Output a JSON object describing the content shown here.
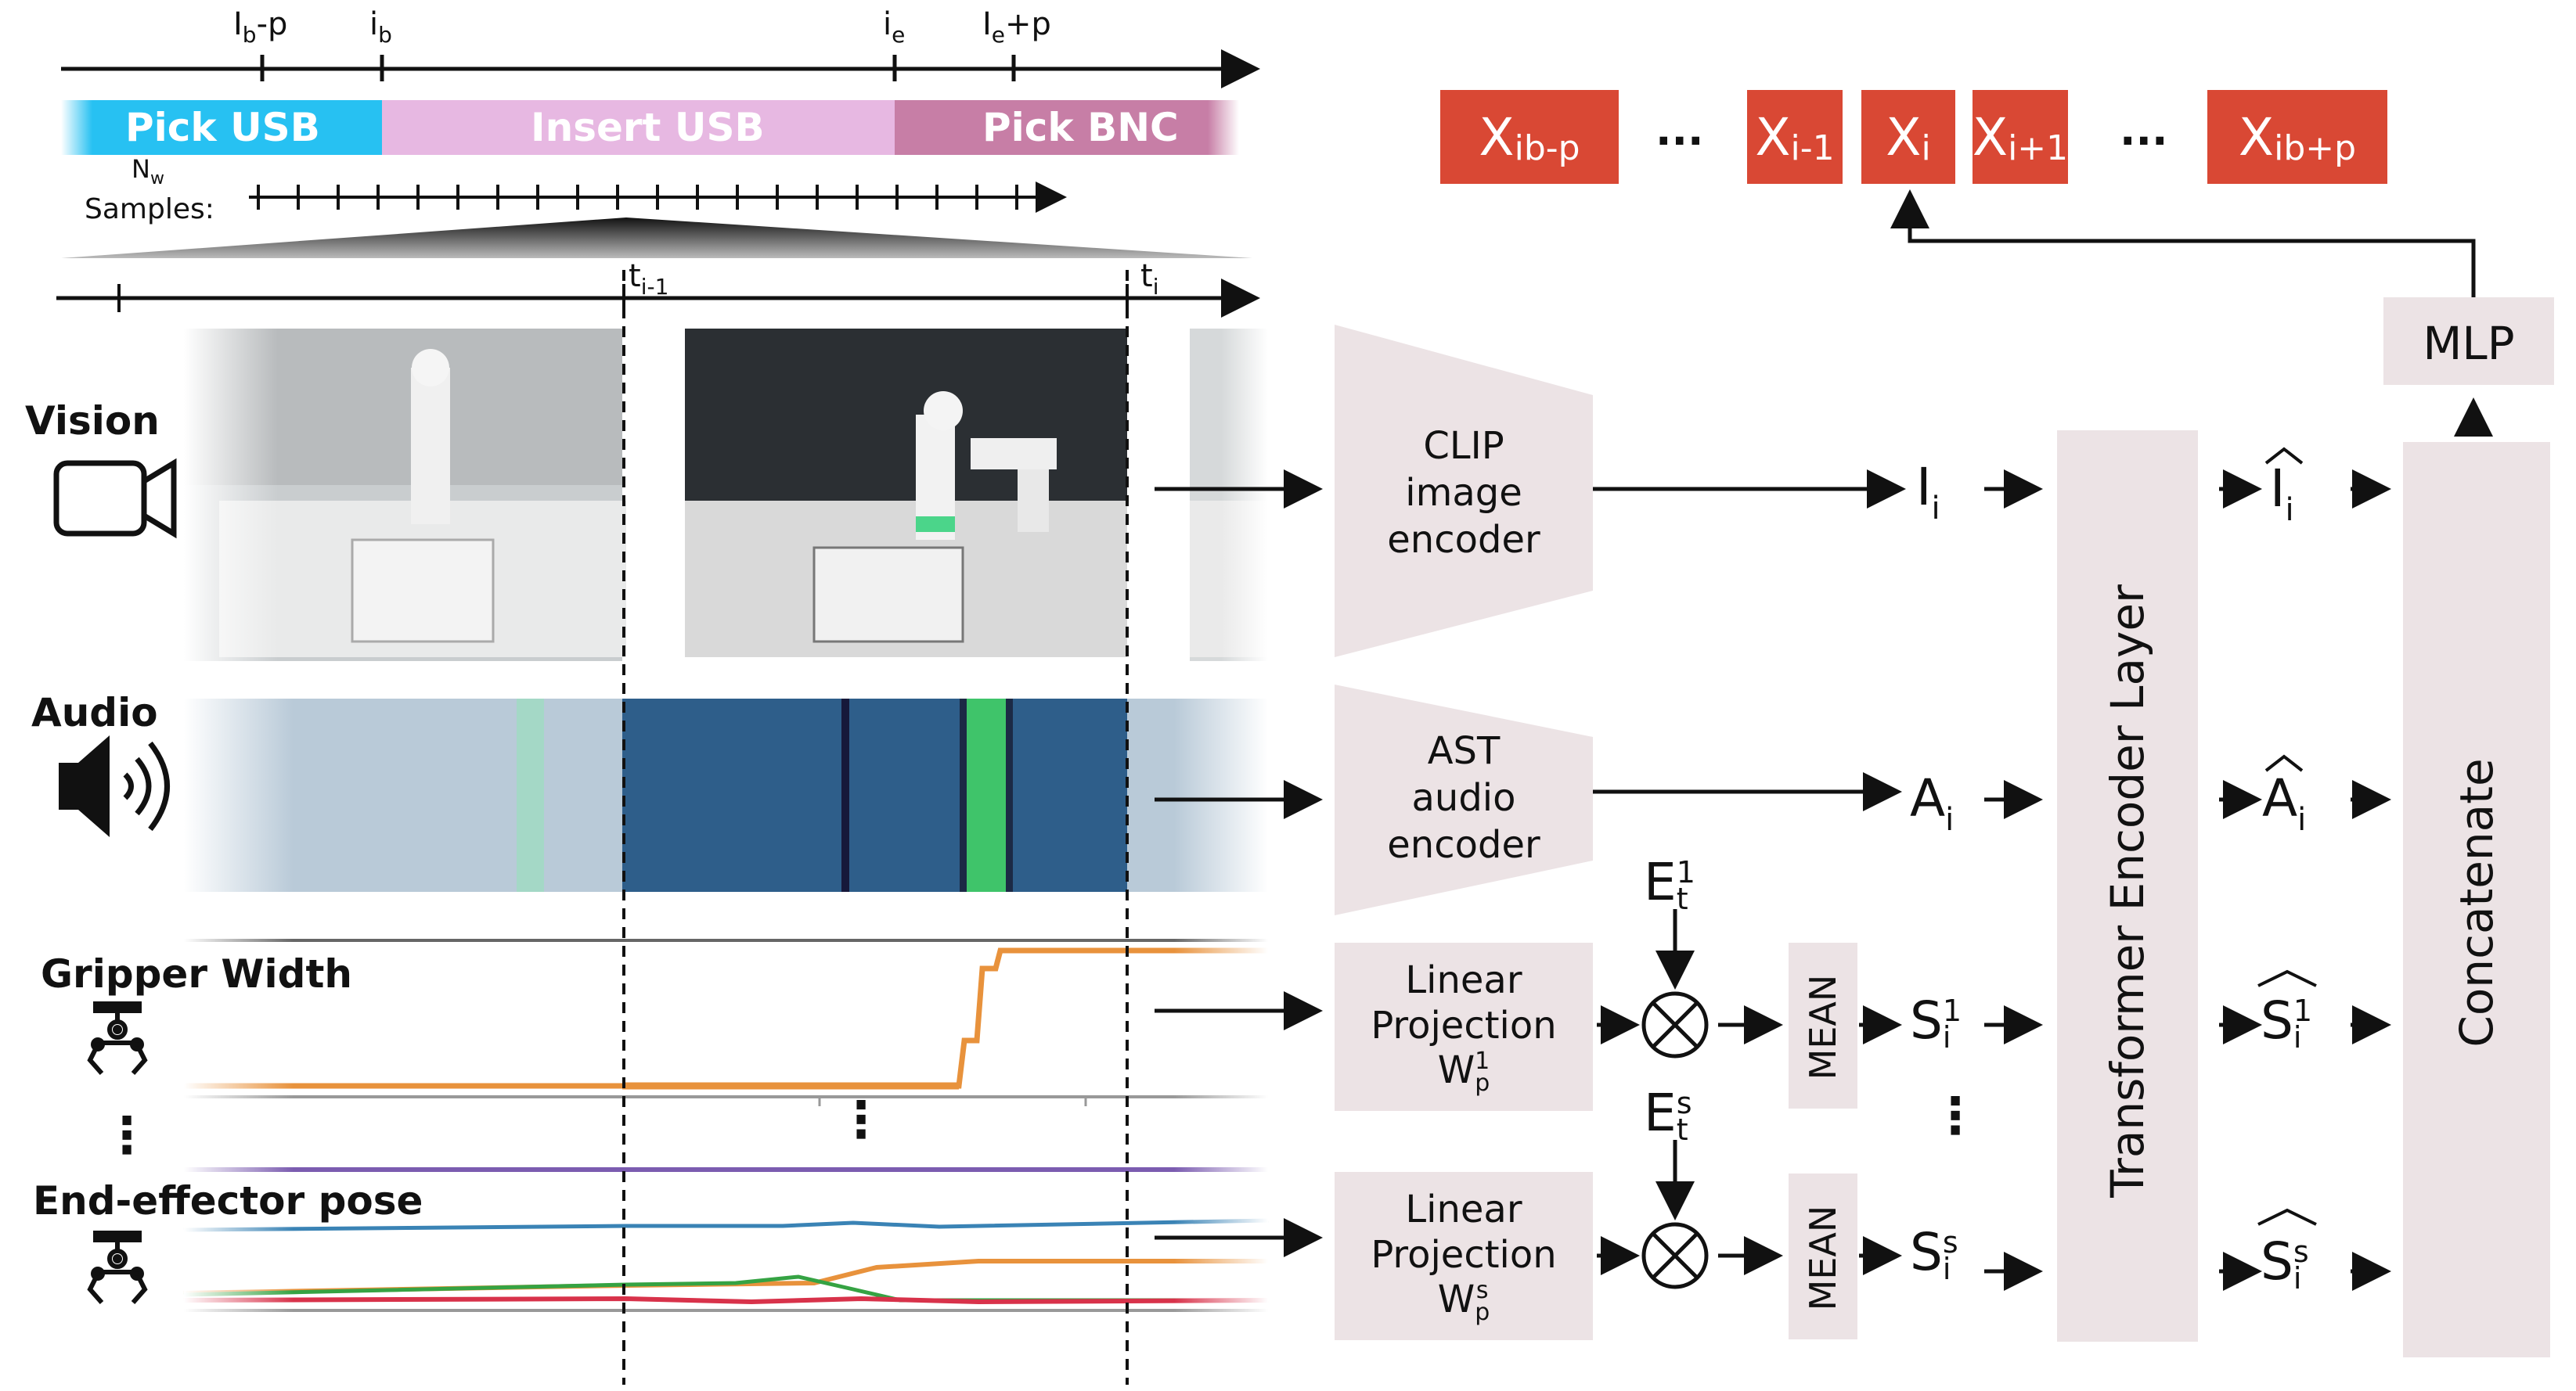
{
  "timeline": {
    "ticks": [
      "I",
      "b",
      "-p",
      "i",
      "b",
      "i",
      "e",
      "I",
      "e",
      "+p"
    ],
    "segments": [
      "Pick USB",
      "Insert USB",
      "Pick BNC"
    ],
    "nw_label_main": "N",
    "nw_label_sub": "w",
    "samples_label": "Samples:",
    "t_prev": "t",
    "t_prev_sub": "i-1",
    "t_cur": "t",
    "t_cur_sub": "i"
  },
  "modalities": {
    "vision": "Vision",
    "audio": "Audio",
    "gripper": "Gripper Width",
    "ellipsis": "⋮",
    "pose": "End-effector pose"
  },
  "encoders": {
    "clip": [
      "CLIP",
      "image",
      "encoder"
    ],
    "ast": [
      "AST",
      "audio",
      "encoder"
    ],
    "linear1": [
      "Linear",
      "Projection",
      "W",
      "p",
      "1"
    ],
    "linears": [
      "Linear",
      "Projection",
      "W",
      "p",
      "s"
    ],
    "mean": "MEAN"
  },
  "embeddings": {
    "I": "I",
    "I_sub": "i",
    "A": "A",
    "A_sub": "i",
    "S1": "S",
    "S1_sub": "i",
    "S1_sup": "1",
    "Ss": "S",
    "Ss_sub": "i",
    "Ss_sup": "s",
    "E1": "E",
    "E1_sub": "t",
    "E1_sup": "1",
    "Es": "E",
    "Es_sub": "t",
    "Es_sup": "s",
    "ellipsis": "⋮"
  },
  "transformer": "Transformer Encoder Layer",
  "concat": "Concatenate",
  "mlp": "MLP",
  "outputs": {
    "tokens": [
      {
        "base": "X",
        "sub": "ib-p"
      },
      {
        "base": "X",
        "sub": "i-1"
      },
      {
        "base": "X",
        "sub": "i"
      },
      {
        "base": "X",
        "sub": "i+1"
      },
      {
        "base": "X",
        "sub": "ib+p"
      }
    ],
    "dots": "..."
  },
  "colors": {
    "pick_usb": "#27c1f2",
    "insert_usb": "#e7b8e2",
    "pick_bnc": "#c77ea6",
    "token": "#d94834",
    "box": "#ece3e5",
    "spectrogram": "#2e5e8a",
    "gripper_line": "#e8923c"
  }
}
